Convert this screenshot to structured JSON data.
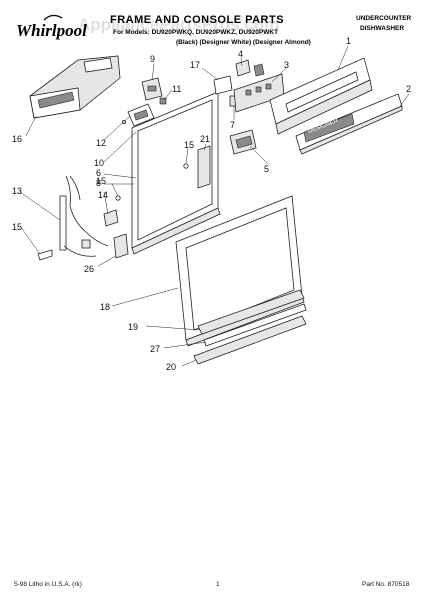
{
  "brand": {
    "name": "Whirlpool"
  },
  "header": {
    "title": "FRAME AND CONSOLE PARTS",
    "models_line": "For Models: DU920PWKQ, DU920PWKZ, DU920PWKT",
    "colors_line": "(Black)  (Designer White) (Designer Almond)",
    "category_line1": "UNDERCOUNTER",
    "category_line2": "DISHWASHER"
  },
  "watermark": "AppliancePartsPros.com",
  "badge_label": "DESIGNER",
  "part_labels": [
    "1",
    "2",
    "3",
    "4",
    "5",
    "6",
    "7",
    "8",
    "9",
    "10",
    "11",
    "12",
    "13",
    "14",
    "15",
    "15",
    "15",
    "16",
    "17",
    "18",
    "19",
    "20",
    "21",
    "26",
    "27"
  ],
  "footer": {
    "left": "5-98 Litho in U.S.A. (rk)",
    "center": "1",
    "right": "Part No. 870518"
  }
}
